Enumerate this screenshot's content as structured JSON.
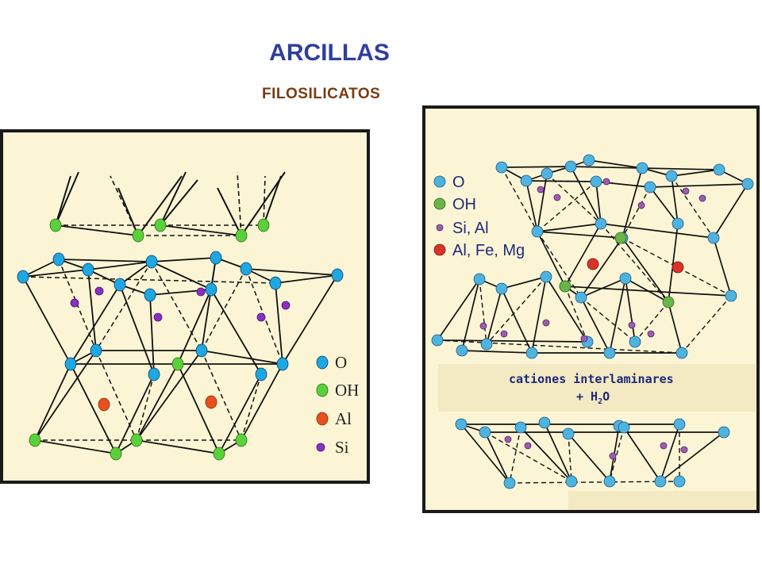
{
  "header": {
    "title": "ARCILLAS",
    "subtitle": "FILOSILICATOS"
  },
  "left_diagram": {
    "legend": [
      {
        "label": "O",
        "color": "#1ea7e1"
      },
      {
        "label": "OH",
        "color": "#5ad13a"
      },
      {
        "label": "Al",
        "color": "#e8501e"
      },
      {
        "label": "Si",
        "color": "#8a2fc4"
      }
    ]
  },
  "right_diagram": {
    "legend": [
      {
        "label": "O",
        "color": "#4fb3e0"
      },
      {
        "label": "OH",
        "color": "#6ab54a"
      },
      {
        "label": "Si, Al",
        "color": "#9c5db0"
      },
      {
        "label": "Al, Fe, Mg",
        "color": "#d9342b"
      }
    ],
    "interlayer_label": "cationes interlaminares",
    "water_label_prefix": "+ H",
    "water_label_sub": "2",
    "water_label_suffix": "O"
  }
}
